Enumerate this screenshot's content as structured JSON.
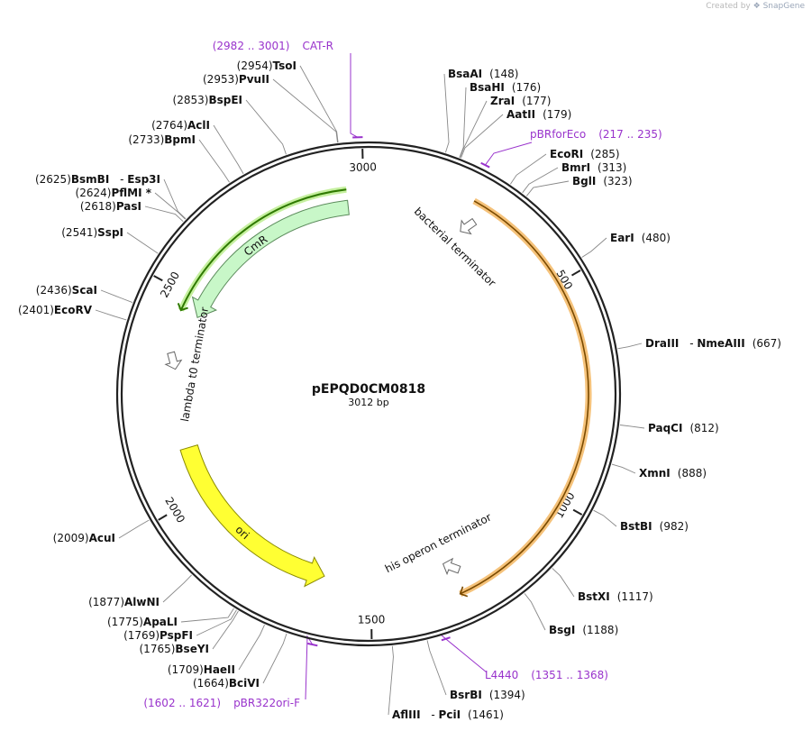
{
  "watermark": {
    "prefix": "Created by",
    "brand": "SnapGene"
  },
  "plasmid": {
    "name": "pEPQD0CM0818",
    "length_label": "3012 bp",
    "length": 3012
  },
  "ticks": [
    {
      "bp": 500,
      "label": "500"
    },
    {
      "bp": 1000,
      "label": "1000"
    },
    {
      "bp": 1500,
      "label": "1500"
    },
    {
      "bp": 2000,
      "label": "2000"
    },
    {
      "bp": 2500,
      "label": "2500"
    },
    {
      "bp": 3000,
      "label": "3000"
    }
  ],
  "sites": [
    {
      "id": "bsaai",
      "name": "BsaAI",
      "pos": "(148)",
      "bp": 148
    },
    {
      "id": "bsahi",
      "name": "BsaHI",
      "pos": "(176)",
      "bp": 176
    },
    {
      "id": "zrai",
      "name": "ZraI",
      "pos": "(177)",
      "bp": 177
    },
    {
      "id": "aatii",
      "name": "AatII",
      "pos": "(179)",
      "bp": 179
    },
    {
      "id": "ecori",
      "name": "EcoRI",
      "pos": "(285)",
      "bp": 285
    },
    {
      "id": "bmri",
      "name": "BmrI",
      "pos": "(313)",
      "bp": 313
    },
    {
      "id": "bgli",
      "name": "BglI",
      "pos": "(323)",
      "bp": 323
    },
    {
      "id": "eari",
      "name": "EarI",
      "pos": "(480)",
      "bp": 480
    },
    {
      "id": "draiii",
      "name": "DraIII",
      "sep": "-",
      "name2": "NmeAIII",
      "pos": "(667)",
      "bp": 667
    },
    {
      "id": "paqci",
      "name": "PaqCI",
      "pos": "(812)",
      "bp": 812
    },
    {
      "id": "xmni",
      "name": "XmnI",
      "pos": "(888)",
      "bp": 888
    },
    {
      "id": "bstbi",
      "name": "BstBI",
      "pos": "(982)",
      "bp": 982
    },
    {
      "id": "bstxi",
      "name": "BstXI",
      "pos": "(1117)",
      "bp": 1117
    },
    {
      "id": "bsgi",
      "name": "BsgI",
      "pos": "(1188)",
      "bp": 1188
    },
    {
      "id": "bsrbi",
      "name": "BsrBI",
      "pos": "(1394)",
      "bp": 1394
    },
    {
      "id": "afliii",
      "name": "AflIII",
      "sep": "-",
      "name2": "PciI",
      "pos": "(1461)",
      "bp": 1461
    },
    {
      "id": "bcivi",
      "name": "BciVI",
      "pos": "(1664)",
      "bp": 1664
    },
    {
      "id": "haeii",
      "name": "HaeII",
      "pos": "(1709)",
      "bp": 1709
    },
    {
      "id": "bseyi",
      "name": "BseYI",
      "pos": "(1765)",
      "bp": 1765
    },
    {
      "id": "pspfi",
      "name": "PspFI",
      "pos": "(1769)",
      "bp": 1769
    },
    {
      "id": "apali",
      "name": "ApaLI",
      "pos": "(1775)",
      "bp": 1775
    },
    {
      "id": "alwni",
      "name": "AlwNI",
      "pos": "(1877)",
      "bp": 1877
    },
    {
      "id": "acui",
      "name": "AcuI",
      "pos": "(2009)",
      "bp": 2009
    },
    {
      "id": "ecorv",
      "name": "EcoRV",
      "pos": "(2401)",
      "bp": 2401
    },
    {
      "id": "scai",
      "name": "ScaI",
      "pos": "(2436)",
      "bp": 2436
    },
    {
      "id": "sspi",
      "name": "SspI",
      "pos": "(2541)",
      "bp": 2541
    },
    {
      "id": "pasi",
      "name": "PasI",
      "pos": "(2618)",
      "bp": 2618
    },
    {
      "id": "pflmi",
      "name": "PflMI *",
      "pos": "(2624)",
      "bp": 2624
    },
    {
      "id": "bsmbi",
      "name": "BsmBI",
      "sep": "-",
      "name2": "Esp3I",
      "pos": "(2625)",
      "bp": 2625
    },
    {
      "id": "bpmi",
      "name": "BpmI",
      "pos": "(2733)",
      "bp": 2733
    },
    {
      "id": "acli",
      "name": "AclI",
      "pos": "(2764)",
      "bp": 2764
    },
    {
      "id": "bspei",
      "name": "BspEI",
      "pos": "(2853)",
      "bp": 2853
    },
    {
      "id": "pvuii",
      "name": "PvuII",
      "pos": "(2953)",
      "bp": 2953
    },
    {
      "id": "tsoi",
      "name": "TsoI",
      "pos": "(2954)",
      "bp": 2954
    }
  ],
  "primers": [
    {
      "id": "cat-r",
      "name": "CAT-R",
      "range": "(2982 .. 3001)",
      "start": 2982,
      "end": 3001
    },
    {
      "id": "pbrforeco",
      "name": "pBRforEco",
      "range": "(217 .. 235)",
      "start": 217,
      "end": 235
    },
    {
      "id": "l4440",
      "name": "L4440",
      "range": "(1351 .. 1368)",
      "start": 1351,
      "end": 1368
    },
    {
      "id": "pbr322ori-f",
      "name": "pBR322ori-F",
      "range": "(1602 .. 1621)",
      "start": 1602,
      "end": 1621
    }
  ],
  "features": [
    {
      "id": "orange-feature",
      "label": "",
      "start": 240,
      "end": 1300,
      "direction": "cw",
      "color": "#f5c27a",
      "border": "#7a4a00"
    },
    {
      "id": "cmr",
      "label": "CmR",
      "start": 2460,
      "end": 2960,
      "direction": "ccw",
      "color": "#c8f7c8",
      "border": "#5a8a5a",
      "selected": true
    },
    {
      "id": "ori",
      "label": "ori",
      "start": 1620,
      "end": 2120,
      "direction": "ccw",
      "color": "#ffff33",
      "border": "#8a8a00"
    }
  ],
  "terminators": [
    {
      "id": "bacterial-terminator",
      "label": "bacterial terminator"
    },
    {
      "id": "lambda-t0-terminator",
      "label": "lambda t0 terminator"
    },
    {
      "id": "his-operon-terminator",
      "label": "his operon terminator"
    }
  ],
  "colors": {
    "primer": "#9933cc",
    "ring": "#222222",
    "cmr_selection": "#2f7a00",
    "orange_outline": "#e2a23a"
  }
}
